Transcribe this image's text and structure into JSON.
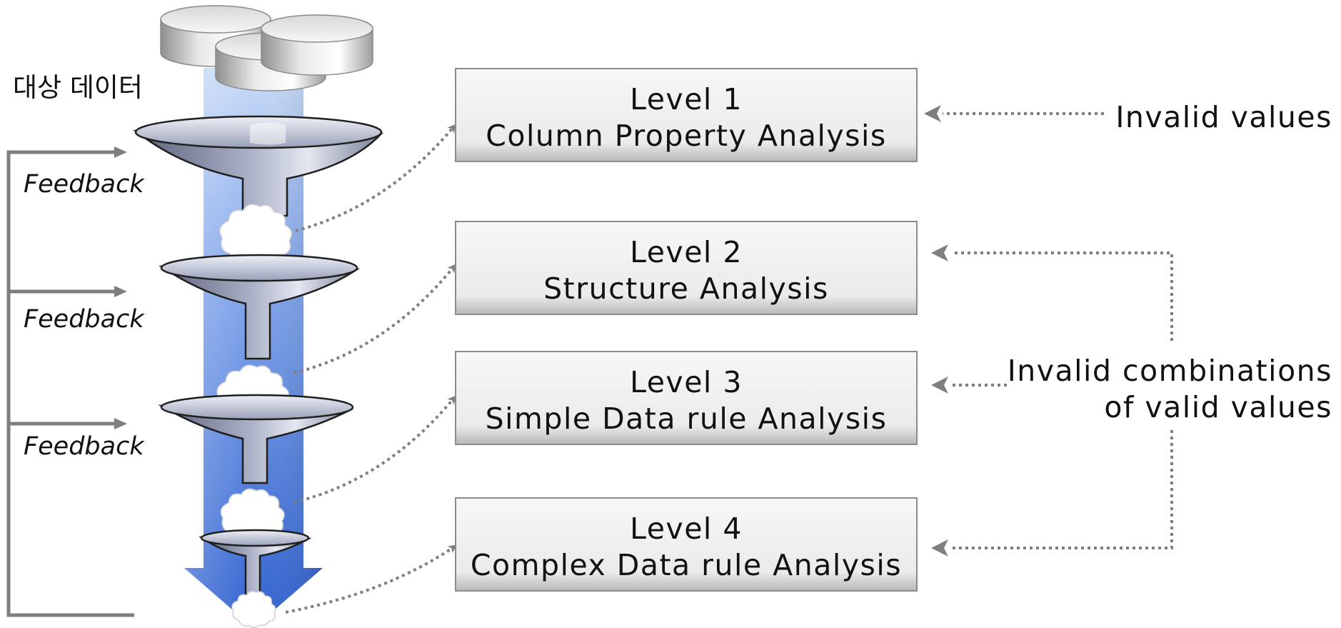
{
  "source_label": "대상 데이터",
  "feedback_labels": [
    "Feedback",
    "Feedback",
    "Feedback"
  ],
  "levels": [
    {
      "level": "Level 1",
      "name": "Column Property Analysis"
    },
    {
      "level": "Level 2",
      "name": "Structure Analysis"
    },
    {
      "level": "Level 3",
      "name": "Simple Data rule Analysis"
    },
    {
      "level": "Level 4",
      "name": "Complex Data rule Analysis"
    }
  ],
  "invalid_values_label": "Invalid values",
  "invalid_combinations_label": [
    "Invalid combinations",
    "of valid values"
  ],
  "icons": [
    "database-cylinder-icon",
    "funnel-icon",
    "cloud-icon",
    "down-arrow-icon"
  ],
  "colors": {
    "arrow_blue": "#3f74d8",
    "funnel": "#8c94ae",
    "box_fill": "#ececec",
    "connector": "#7f7f7f"
  }
}
